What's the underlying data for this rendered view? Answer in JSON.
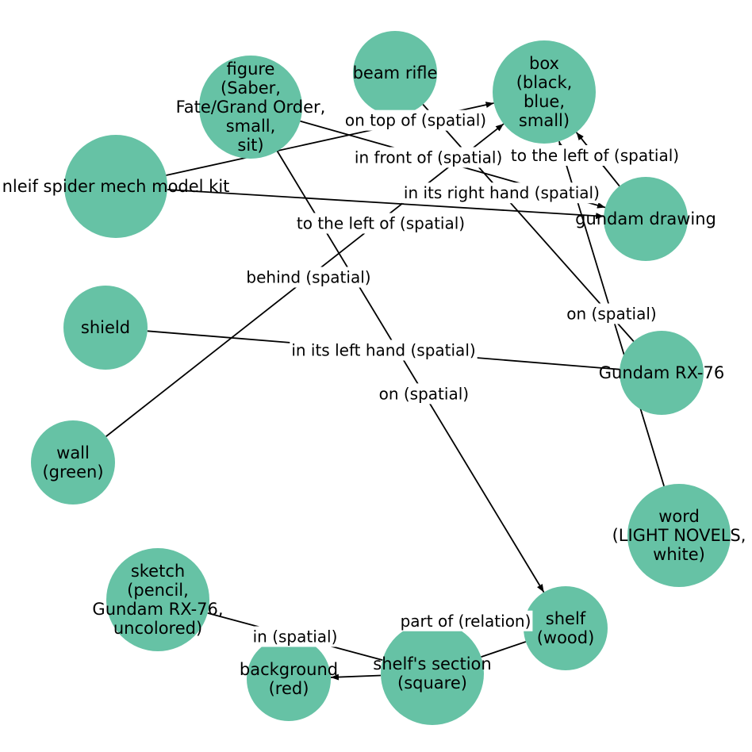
{
  "colors": {
    "node": "#66c2a5",
    "edge": "#000000"
  },
  "nodes": [
    {
      "id": "figure",
      "label": [
        "figure",
        "(Saber,",
        "Fate/Grand Order,",
        "small,",
        "sit)"
      ]
    },
    {
      "id": "beam_rifle",
      "label": [
        "beam rifle"
      ]
    },
    {
      "id": "box",
      "label": [
        "box",
        "(black,",
        "blue,",
        "small)"
      ]
    },
    {
      "id": "spider",
      "label": [
        "nleif spider mech model kit"
      ]
    },
    {
      "id": "gundam_drawing",
      "label": [
        "gundam drawing"
      ]
    },
    {
      "id": "shield",
      "label": [
        "shield"
      ]
    },
    {
      "id": "gundam",
      "label": [
        "Gundam RX-76"
      ]
    },
    {
      "id": "wall",
      "label": [
        "wall",
        "(green)"
      ]
    },
    {
      "id": "word",
      "label": [
        "word",
        "(LIGHT NOVELS,",
        "white)"
      ]
    },
    {
      "id": "sketch",
      "label": [
        "sketch",
        "(pencil,",
        "Gundam RX-76,",
        "uncolored)"
      ]
    },
    {
      "id": "background",
      "label": [
        "background",
        "(red)"
      ]
    },
    {
      "id": "section",
      "label": [
        "shelf's section",
        "(square)"
      ]
    },
    {
      "id": "shelf",
      "label": [
        "shelf",
        "(wood)"
      ]
    }
  ],
  "edges": [
    {
      "from": "spider",
      "to": "box",
      "label": "on top of (spatial)",
      "directed": true
    },
    {
      "from": "figure",
      "to": "gundam_drawing",
      "label": "in front of (spatial)",
      "directed": true
    },
    {
      "from": "spider",
      "to": "gundam_drawing",
      "label": "to the left of (spatial)",
      "directed": true
    },
    {
      "from": "wall",
      "to": "box",
      "label": "behind (spatial)",
      "directed": true
    },
    {
      "from": "gundam_drawing",
      "to": "box",
      "label": "to the left of (spatial)",
      "directed": true
    },
    {
      "from": "word",
      "to": "box",
      "label": "on (spatial)",
      "directed": true
    },
    {
      "from": "beam_rifle",
      "to": "gundam",
      "label": "in its right hand (spatial)",
      "directed": false
    },
    {
      "from": "shield",
      "to": "gundam",
      "label": "in its left hand (spatial)",
      "directed": false
    },
    {
      "from": "figure",
      "to": "shelf",
      "label": "on (spatial)",
      "directed": true
    },
    {
      "from": "sketch",
      "to": "section",
      "label": "in (spatial)",
      "directed": false
    },
    {
      "from": "section",
      "to": "background",
      "label": "",
      "directed": true
    },
    {
      "from": "shelf",
      "to": "section",
      "label": "part of (relation)",
      "directed": false
    }
  ]
}
